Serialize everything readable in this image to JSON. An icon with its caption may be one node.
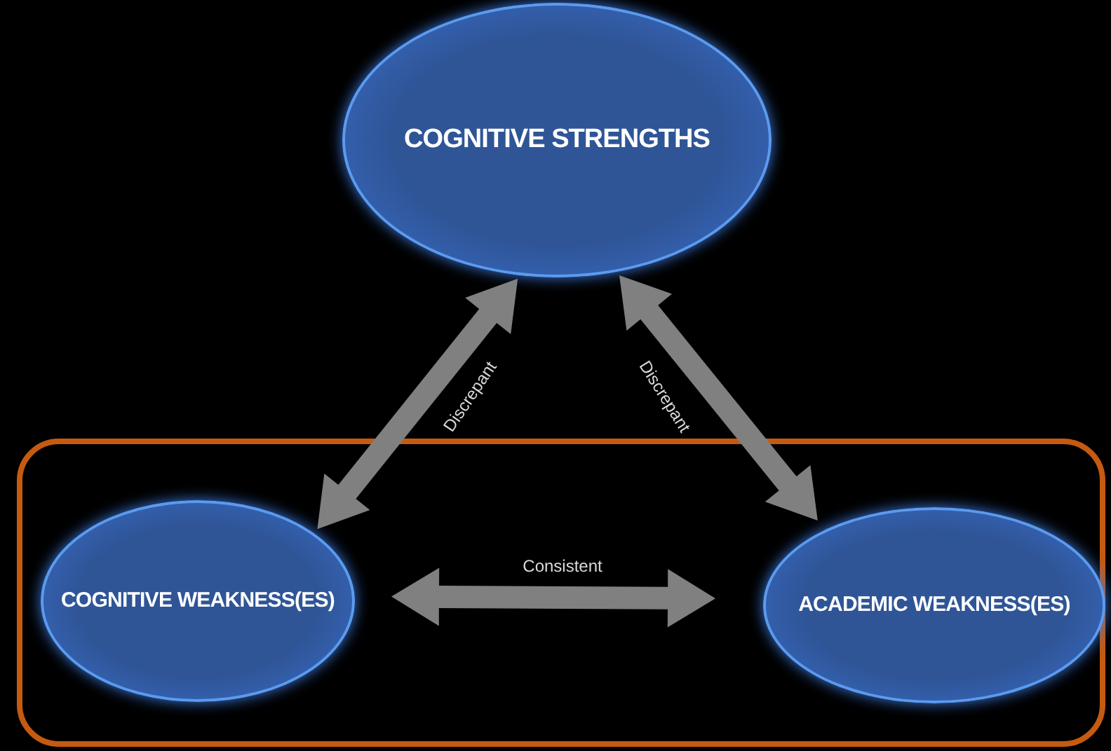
{
  "diagram": {
    "nodes": [
      {
        "text": [
          "COGNITIVE STRENGTHS"
        ]
      },
      {
        "text": [],
        "shape": "box"
      },
      {
        "text": [
          "COGNITIVE WEAKNESS(ES)"
        ],
        "in": 1
      },
      {
        "text": [
          "ACADEMIC WEAKNESS(ES)"
        ],
        "in": 1
      }
    ],
    "edges": [
      {
        "from": 2,
        "to": 0,
        "arrow": "both",
        "label": "Discrepant",
        "style": "thick"
      },
      {
        "from": 0,
        "to": 3,
        "arrow": "both",
        "label": "Discrepant",
        "style": "thick"
      },
      {
        "from": 2,
        "to": 3,
        "arrow": "both",
        "label": "Consistent",
        "style": "thick"
      }
    ]
  }
}
